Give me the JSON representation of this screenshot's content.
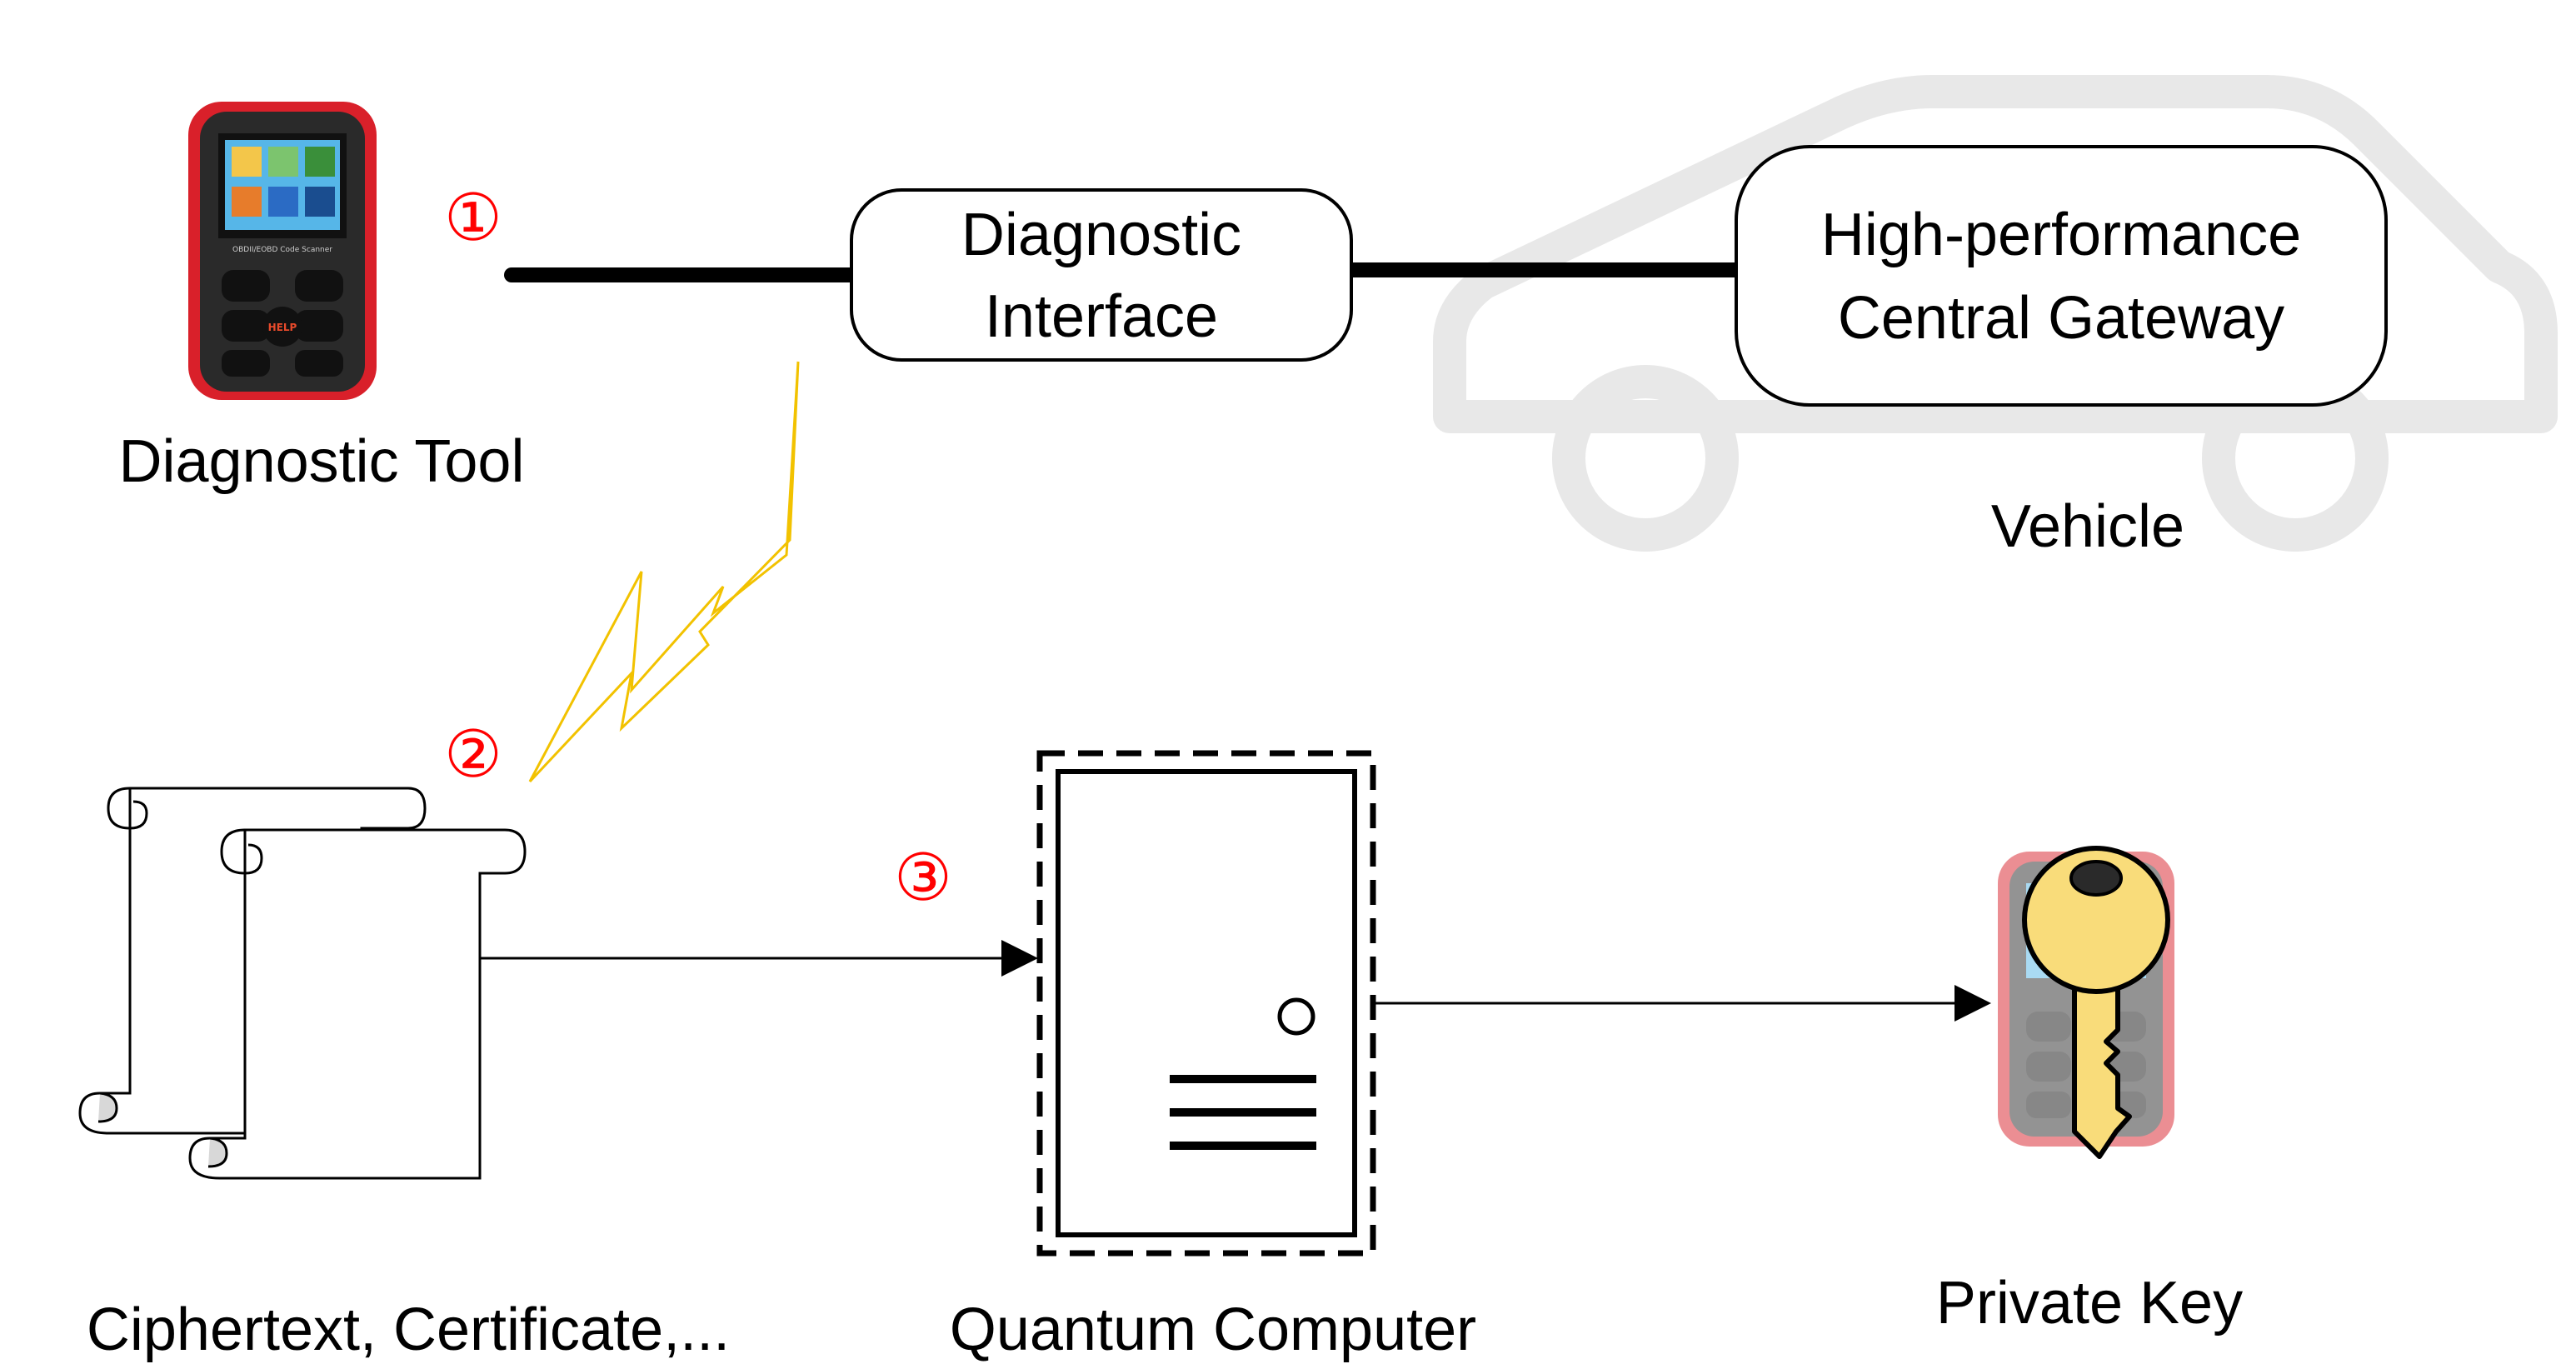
{
  "labels": {
    "diagnostic_tool": "Diagnostic Tool",
    "diagnostic_interface_line1": "Diagnostic",
    "diagnostic_interface_line2": "Interface",
    "gateway_line1": "High-performance",
    "gateway_line2": "Central Gateway",
    "vehicle": "Vehicle",
    "ciphertext": "Ciphertext, Certificate,...",
    "quantum_computer": "Quantum Computer",
    "private_key": "Private Key"
  },
  "steps": [
    "①",
    "②",
    "③"
  ],
  "device": {
    "screen_text": "OBDII/EOBD Code Scanner",
    "help_label": "HELP"
  },
  "colors": {
    "step_number": "#ff0000",
    "lightning": "#f2c200",
    "car_outline": "#e8e8e8",
    "key": "#f9dc7a",
    "device_body": "#d9202a"
  }
}
